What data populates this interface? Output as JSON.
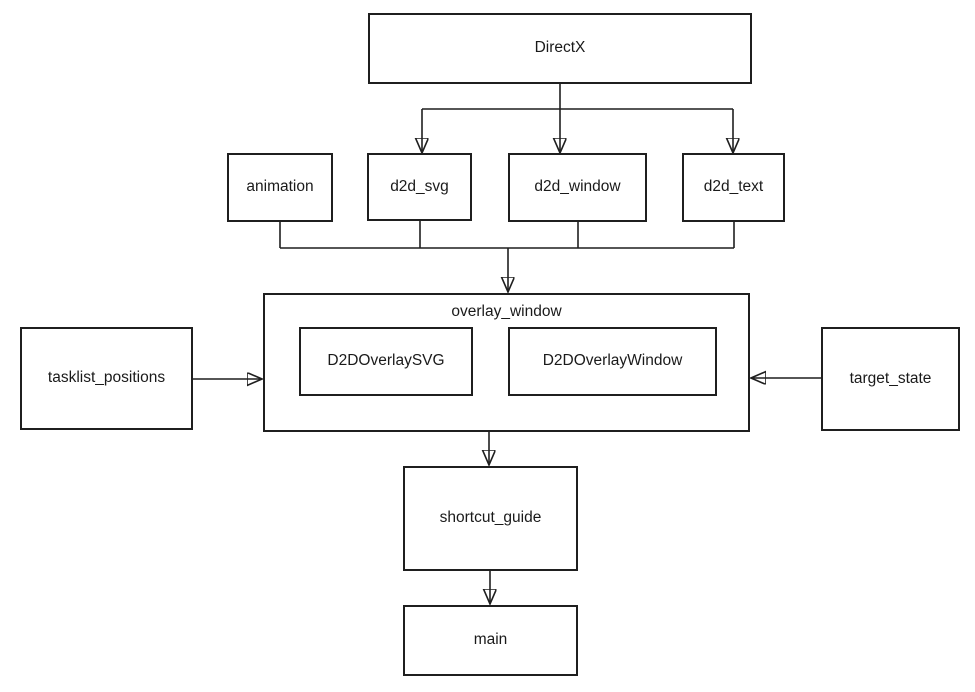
{
  "diagram": {
    "type": "dependency-flowchart",
    "nodes": {
      "directx": {
        "label": "DirectX"
      },
      "animation": {
        "label": "animation"
      },
      "d2d_svg": {
        "label": "d2d_svg"
      },
      "d2d_window": {
        "label": "d2d_window"
      },
      "d2d_text": {
        "label": "d2d_text"
      },
      "overlay_window": {
        "label": "overlay_window"
      },
      "d2d_overlay_svg": {
        "label": "D2DOverlaySVG"
      },
      "d2d_overlay_window": {
        "label": "D2DOverlayWindow"
      },
      "tasklist_positions": {
        "label": "tasklist_positions"
      },
      "target_state": {
        "label": "target_state"
      },
      "shortcut_guide": {
        "label": "shortcut_guide"
      },
      "main": {
        "label": "main"
      }
    },
    "containment": [
      {
        "parent": "overlay_window",
        "children": [
          "d2d_overlay_svg",
          "d2d_overlay_window"
        ]
      }
    ],
    "edges": [
      {
        "from": "directx",
        "to": "d2d_svg"
      },
      {
        "from": "directx",
        "to": "d2d_window"
      },
      {
        "from": "directx",
        "to": "d2d_text"
      },
      {
        "from": "animation",
        "to": "overlay_window"
      },
      {
        "from": "d2d_svg",
        "to": "overlay_window"
      },
      {
        "from": "d2d_window",
        "to": "overlay_window"
      },
      {
        "from": "d2d_text",
        "to": "overlay_window"
      },
      {
        "from": "tasklist_positions",
        "to": "overlay_window"
      },
      {
        "from": "target_state",
        "to": "overlay_window"
      },
      {
        "from": "overlay_window",
        "to": "shortcut_guide"
      },
      {
        "from": "shortcut_guide",
        "to": "main"
      }
    ],
    "colors": {
      "background": "#ffffff",
      "stroke": "#1f1f1f",
      "text": "#1a1a1a"
    }
  }
}
